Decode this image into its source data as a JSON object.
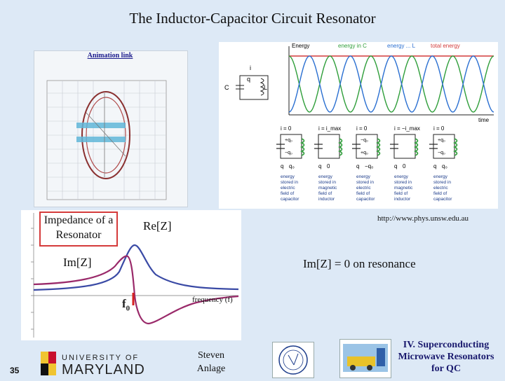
{
  "slide": {
    "title": "The Inductor-Capacitor Circuit Resonator",
    "page_number": "35",
    "author": "Steven Anlage",
    "section": "IV. Superconducting Microwave Resonators for QC"
  },
  "animation_panel": {
    "link_label": "Animation link"
  },
  "lc_panel": {
    "source_url": "http://www.phys.unsw.edu.au",
    "legend": {
      "energy": "Energy",
      "energy_c": "energy in C",
      "energy_l": "energy ... L",
      "total": "total energy"
    },
    "time_label": "time",
    "states": [
      {
        "current": "i = 0",
        "charge_top": "+q₀",
        "charge_bot": "−q₀",
        "energy_text": [
          "energy",
          "stored in",
          "electric",
          "field of",
          "capacitor"
        ],
        "q": "q",
        "q_val": "q₀"
      },
      {
        "current": "i = i_max",
        "charge_top": "",
        "charge_bot": "",
        "energy_text": [
          "energy",
          "stored in",
          "magnetic",
          "field of",
          "inductor"
        ],
        "q": "q",
        "q_val": "0"
      },
      {
        "current": "i = 0",
        "charge_top": "−q₀",
        "charge_bot": "+q₀",
        "energy_text": [
          "energy",
          "stored in",
          "electric",
          "field of",
          "capacitor"
        ],
        "q": "q",
        "q_val": "−q₀"
      },
      {
        "current": "i = −i_max",
        "charge_top": "",
        "charge_bot": "",
        "energy_text": [
          "energy",
          "stored in",
          "magnetic",
          "field of",
          "inductor"
        ],
        "q": "q",
        "q_val": "0"
      },
      {
        "current": "i = 0",
        "charge_top": "+q₀",
        "charge_bot": "−q₀",
        "energy_text": [
          "energy",
          "stored in",
          "electric",
          "field of",
          "capacitor"
        ],
        "q": "q",
        "q_val": "q₀"
      }
    ],
    "circuit_labels": {
      "c": "C",
      "l": "L",
      "i": "i",
      "q": "q"
    }
  },
  "impedance_panel": {
    "box_label": "Impedance of a Resonator",
    "re_label": "Re[Z]",
    "im_label": "Im[Z]",
    "resonance_note": "Im[Z] = 0 on resonance",
    "freq_label": "frequency (f)",
    "f0_label": "f",
    "f0_sub": "0"
  },
  "logos": {
    "umd": "UNIVERSITY OF MARYLAND"
  },
  "colors": {
    "background": "#dde9f6",
    "energy_c": "#2f9e3a",
    "energy_l": "#2a6fd1",
    "total": "#d23b3b",
    "re_curve": "#3a4aa5",
    "im_curve": "#9a2a6a"
  }
}
